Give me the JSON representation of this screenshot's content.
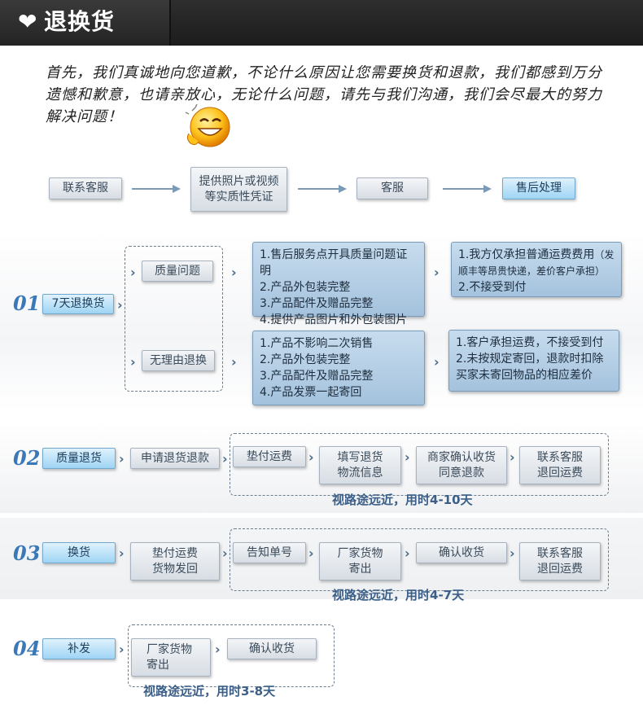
{
  "header": {
    "title": "退换货",
    "heart_icon": "heart-icon"
  },
  "intro": {
    "text": "首先，我们真诚地向您道歉，不论什么原因让您需要换货和退款，我们都感到万分遗憾和歉意，也请亲放心，无论什么问题，请先与我们沟通，我们会尽最大的努力解决问题！"
  },
  "process": {
    "contact": "联系客服",
    "evidence": "提供照片或视频\n等实质性凭证",
    "service": "客服",
    "after_sales": "售后处理"
  },
  "section1": {
    "num": "01",
    "label": "7天退换货",
    "quality": "质量问题",
    "no_reason": "无理由退换",
    "quality_reqs": "1.售后服务点开具质量问题证明\n2.产品外包装完整\n3.产品配件及赠品完整\n4.提供产品图片和外包装图片",
    "quality_result_1": "1.我方仅承担普通运费费用",
    "quality_result_1_note": "（发顺丰等昂贵快递，差价客户承担）",
    "quality_result_2": "2.不接受到付",
    "noreason_reqs": "1.产品不影响二次销售\n2.产品外包装完整\n3.产品配件及赠品完整\n4.产品发票一起寄回",
    "noreason_result": "1.客户承担运费，不接受到付\n2.未按规定寄回，退款时扣除买家未寄回物品的相应差价"
  },
  "section2": {
    "num": "02",
    "label": "质量退货",
    "apply": "申请退货退款",
    "prepay": "垫付运费",
    "fill": "填写退货\n物流信息",
    "confirm": "商家确认收货\n同意退款",
    "refund": "联系客服\n退回运费",
    "caption": "视路途远近，用时4-10天"
  },
  "section3": {
    "num": "03",
    "label": "换货",
    "prepay_return": "垫付运费\n货物发回",
    "notify": "告知单号",
    "factory": "厂家货物\n寄出",
    "confirm": "确认收货",
    "refund": "联系客服\n退回运费",
    "caption": "视路途远近，用时4-7天"
  },
  "section4": {
    "num": "04",
    "label": "补发",
    "factory": "厂家货物\n寄出",
    "confirm": "确认收货",
    "caption": "视路途远近，用时3-8天"
  }
}
